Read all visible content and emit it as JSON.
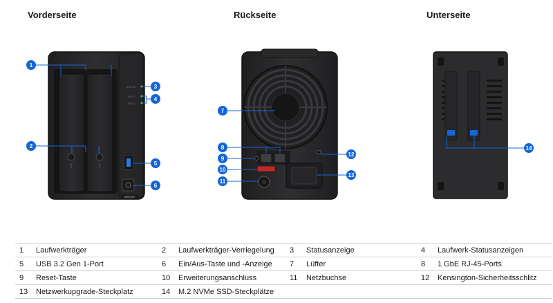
{
  "headings": {
    "front": "Vorderseite",
    "back": "Rückseite",
    "bottom": "Unterseite"
  },
  "device_model": "DS723+",
  "callouts": [
    "1",
    "2",
    "3",
    "4",
    "5",
    "6",
    "7",
    "8",
    "9",
    "10",
    "11",
    "12",
    "13",
    "14"
  ],
  "colors": {
    "accent": "#1565d8",
    "device_body": "#2b2b2d",
    "device_edge": "#1a1a1a"
  },
  "legend": [
    [
      {
        "n": "1",
        "t": "Laufwerkträger"
      },
      {
        "n": "2",
        "t": "Laufwerkträger-Verriegelung"
      },
      {
        "n": "3",
        "t": "Statusanzeige"
      },
      {
        "n": "4",
        "t": "Laufwerk-Statusanzeigen"
      }
    ],
    [
      {
        "n": "5",
        "t": "USB 3.2 Gen 1-Port"
      },
      {
        "n": "6",
        "t": "Ein/Aus-Taste und -Anzeige"
      },
      {
        "n": "7",
        "t": "Lüfter"
      },
      {
        "n": "8",
        "t": "1 GbE RJ-45-Ports"
      }
    ],
    [
      {
        "n": "9",
        "t": "Reset-Taste"
      },
      {
        "n": "10",
        "t": "Erweiterungsanschluss"
      },
      {
        "n": "11",
        "t": "Netzbuchse"
      },
      {
        "n": "12",
        "t": "Kensington-Sicherheitsschlitz"
      }
    ],
    [
      {
        "n": "13",
        "t": "Netzwerkupgrade-Steckplatz"
      },
      {
        "n": "14",
        "t": "M.2 NVMe SSD-Steckplätze"
      },
      {
        "n": "",
        "t": ""
      },
      {
        "n": "",
        "t": ""
      }
    ]
  ]
}
